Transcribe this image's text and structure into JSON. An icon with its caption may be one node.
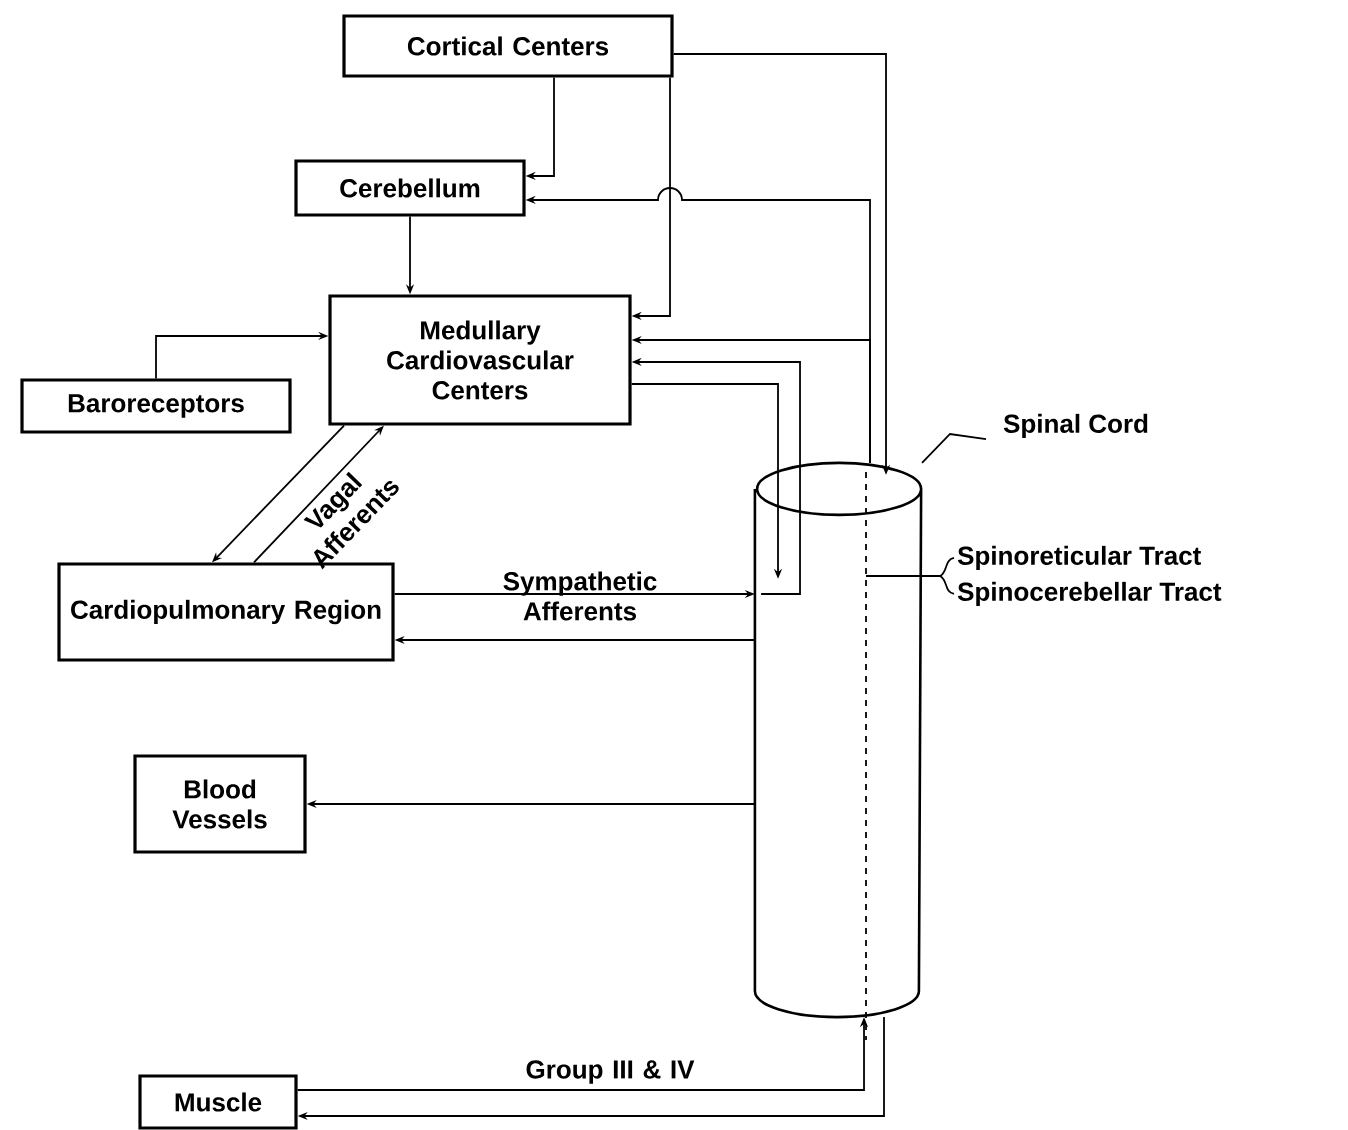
{
  "diagram": {
    "nodes": [
      {
        "text": [
          "Cortical Centers"
        ]
      },
      {
        "text": [
          "Cerebellum"
        ]
      },
      {
        "text": [
          "Medullary Cardiovascular Centers"
        ]
      },
      {
        "text": [
          "Baroreceptors"
        ]
      },
      {
        "text": [
          "Cardiopulmonary Region"
        ]
      },
      {
        "text": [
          "Blood Vessels"
        ]
      },
      {
        "text": [
          "Muscle"
        ]
      },
      {
        "text": [],
        "shape": "cylinder"
      },
      {
        "text": [
          "Spinal Cord"
        ]
      }
    ],
    "edges": [
      {
        "from": 0,
        "to": 1,
        "arrow": "to"
      },
      {
        "from": 0,
        "to": 2,
        "arrow": "to"
      },
      {
        "from": 0,
        "to": 7,
        "arrow": "to"
      },
      {
        "from": 1,
        "to": 2,
        "arrow": "to"
      },
      {
        "from": 7,
        "to": 1,
        "arrow": "to"
      },
      {
        "from": 7,
        "to": 2,
        "arrow": "to"
      },
      {
        "from": 7,
        "to": 2,
        "arrow": "to"
      },
      {
        "from": 2,
        "to": 7,
        "arrow": "to"
      },
      {
        "from": 4,
        "to": 7,
        "arrow": "to",
        "label": "Sympathetic Afferents"
      },
      {
        "from": 7,
        "to": 4,
        "arrow": "to"
      },
      {
        "from": 2,
        "to": 4,
        "arrow": "to",
        "label": "Vagal Afferents"
      },
      {
        "from": 4,
        "to": 2,
        "arrow": "to"
      },
      {
        "from": 3,
        "to": 2,
        "arrow": "to"
      },
      {
        "from": 7,
        "to": 5,
        "arrow": "to"
      },
      {
        "from": 6,
        "to": 7,
        "arrow": "to",
        "label": "Group III & IV"
      },
      {
        "from": 7,
        "to": 6,
        "arrow": "to"
      },
      {
        "from": 8,
        "to": 7,
        "arrow": "none"
      }
    ],
    "labels": [
      "Spinoreticular Tract",
      "Spinocerebellar Tract"
    ]
  }
}
